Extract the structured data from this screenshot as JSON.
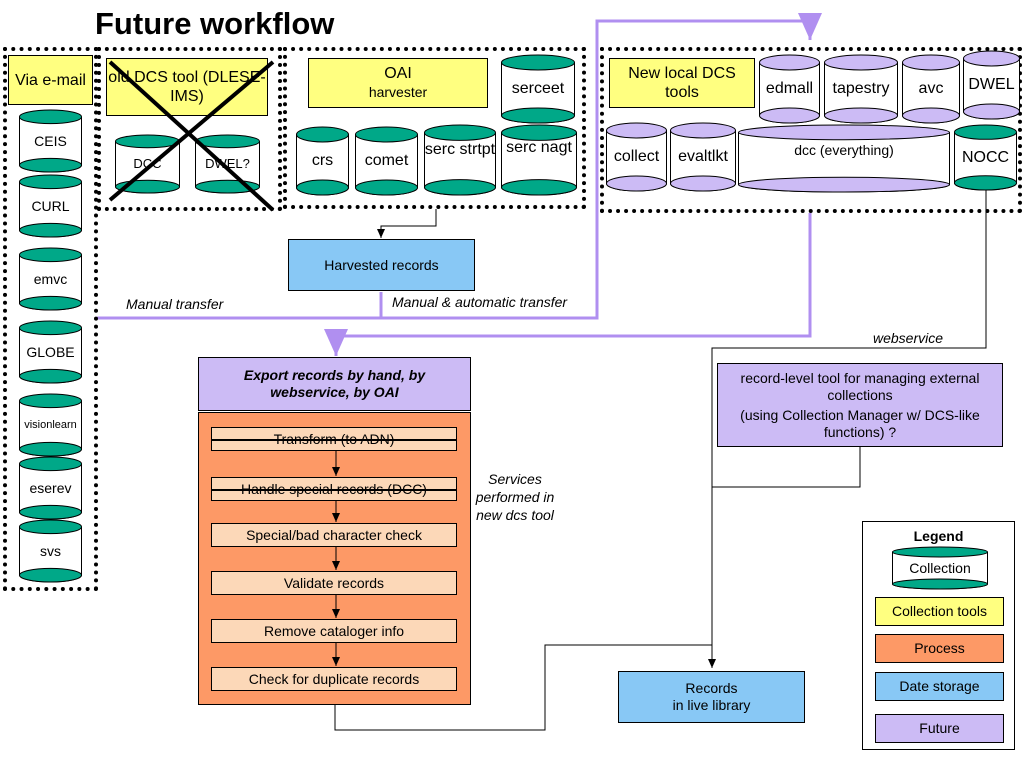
{
  "title": "Future workflow",
  "colors": {
    "teal": "#00a888",
    "lavender": "#ccbbf5",
    "purple_line": "#b08ff0",
    "yellow": "#ffff80",
    "orange": "#fd9966",
    "peach": "#fcd8b8",
    "blue": "#88c8f5"
  },
  "email": {
    "title": "Via e-mail",
    "collections": [
      "CEIS",
      "CURL",
      "emvc",
      "GLOBE",
      "visionlearn",
      "eserev",
      "svs"
    ]
  },
  "old_dcs": {
    "title": "old DCS tool (DLESE-IMS)",
    "collections": [
      "DCC",
      "DWEL?"
    ]
  },
  "oai": {
    "title": "OAI",
    "subtitle": "harvester",
    "collections": [
      "serceet",
      "crs",
      "comet",
      "serc strtpt",
      "serc nagt"
    ]
  },
  "local": {
    "title": "New local DCS tools",
    "top": [
      "edmall",
      "tapestry",
      "avc"
    ],
    "dwel": "DWEL",
    "bottom": [
      "collect",
      "evaltlkt"
    ],
    "dcc": "dcc (everything)",
    "nocc": "NOCC"
  },
  "harvested": "Harvested records",
  "labels": {
    "manual": "Manual transfer",
    "manual_auto": "Manual & automatic transfer",
    "webservice": "webservice",
    "services": "Services performed in new dcs tool"
  },
  "export": {
    "header": "Export records by hand, by webservice, by OAI",
    "steps": [
      "Transform (to ADN)",
      "Handle special records (DCC)",
      "Special/bad character check",
      "Validate records",
      "Remove cataloger info",
      "Check for duplicate records"
    ]
  },
  "record_tool": {
    "line1": "record-level tool for managing external collections",
    "line2": "(using Collection Manager w/ DCS-like functions) ?"
  },
  "records": {
    "line1": "Records",
    "line2": "in live library"
  },
  "legend": {
    "title": "Legend",
    "collection": "Collection",
    "tools": "Collection tools",
    "process": "Process",
    "storage": "Date storage",
    "future": "Future"
  }
}
